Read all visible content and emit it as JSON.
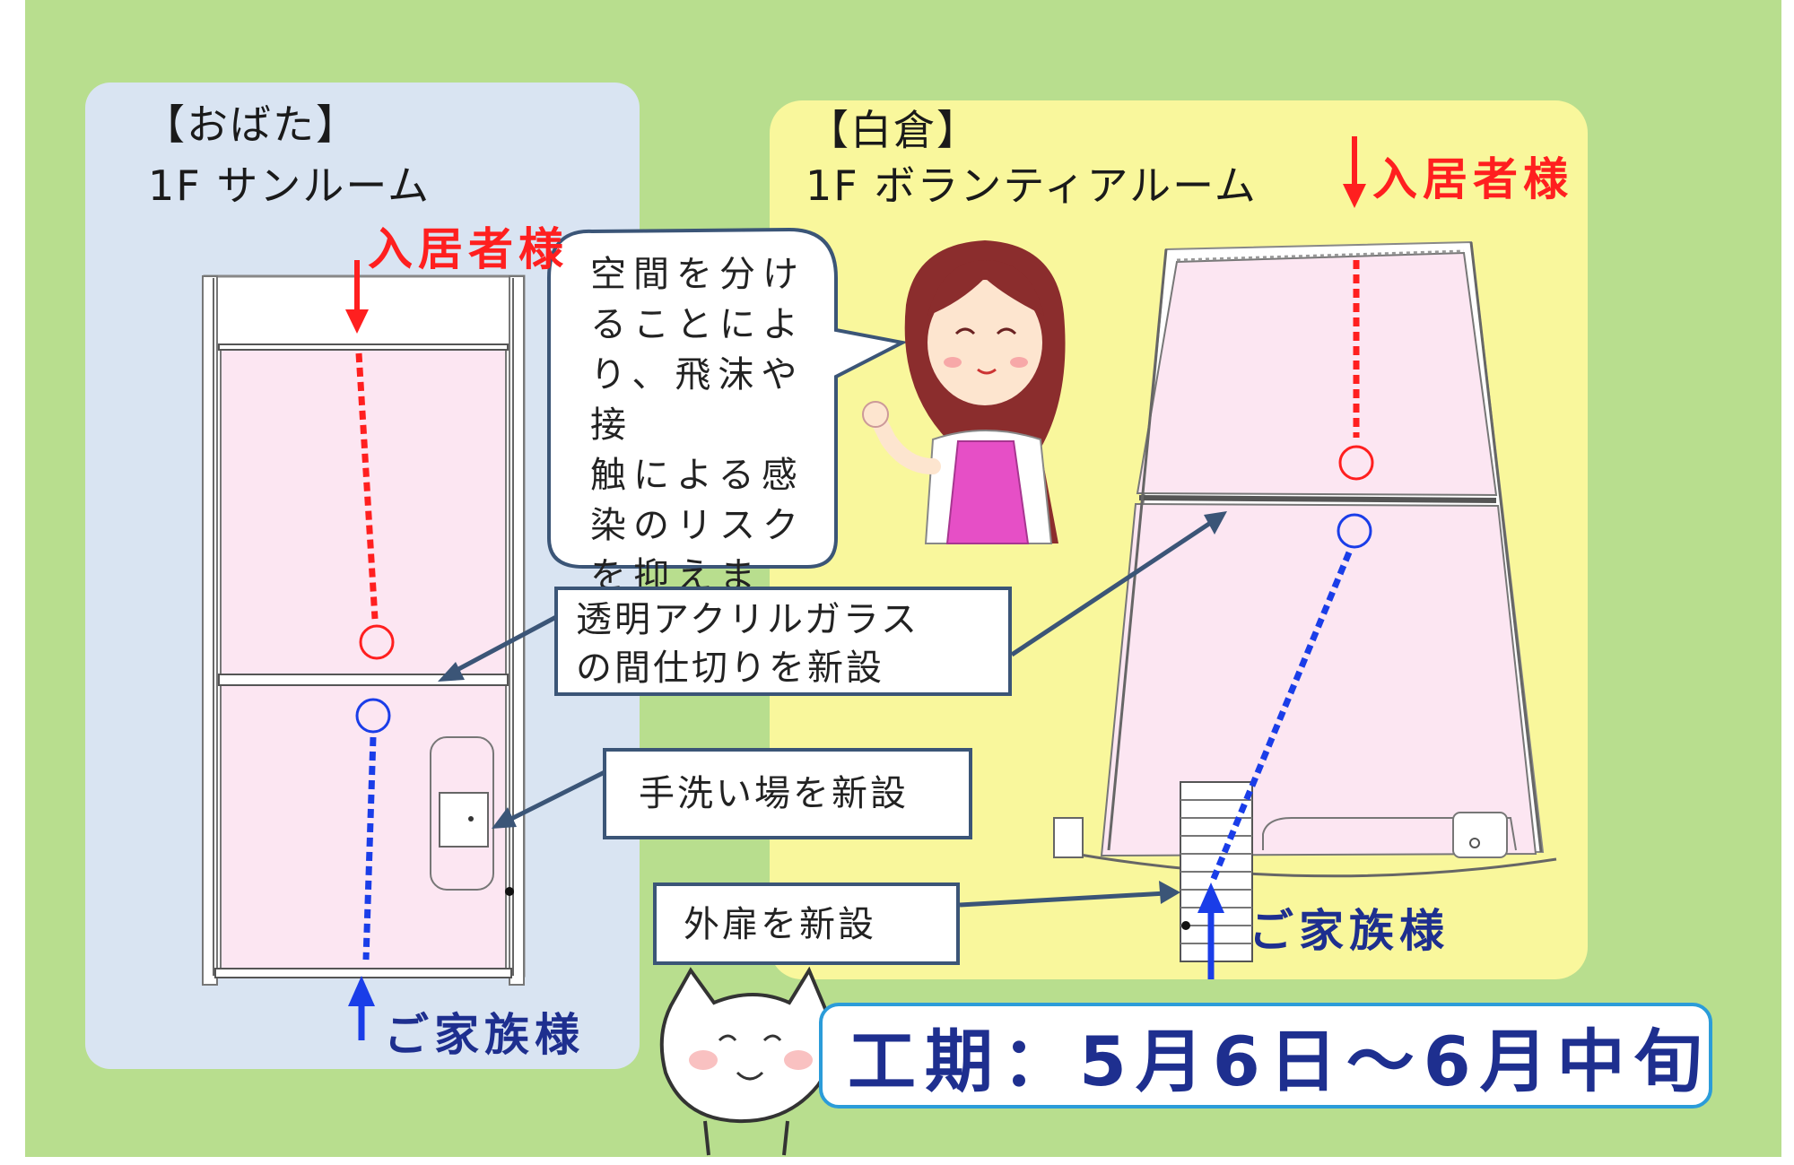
{
  "left_panel": {
    "title_line1": "【おばた】",
    "title_line2": "1F サンルーム",
    "resident_label": "入居者様",
    "family_label": "ご家族様"
  },
  "right_panel": {
    "title_line1": "【白倉】",
    "title_line2": "1F ボランティアルーム",
    "resident_label": "入居者様",
    "family_label": "ご家族様"
  },
  "speech_bubble": {
    "lines": [
      "空間を分け",
      "ることによ",
      "り、飛沫や接",
      "触による感",
      "染のリスク",
      "を抑えます。"
    ]
  },
  "callouts": {
    "partition_line1": "透明アクリルガラス",
    "partition_line2": "の間仕切りを新設",
    "handwash": "手洗い場を新設",
    "door": "外扉を新設"
  },
  "schedule": "工期：5月6日～6月中旬",
  "colors": {
    "background": "#b8de8e",
    "left_panel": "#d9e4f2",
    "right_panel": "#f9f79c",
    "room_floor": "#fce6f2",
    "resident_path": "#ff1f1f",
    "family_path": "#1a3de8",
    "callout_border": "#3b5577",
    "schedule_border": "#2b9cd9"
  },
  "icons": [
    "woman-illustration-icon",
    "cat-illustration-icon",
    "red-arrow-down-icon",
    "blue-arrow-up-icon"
  ]
}
